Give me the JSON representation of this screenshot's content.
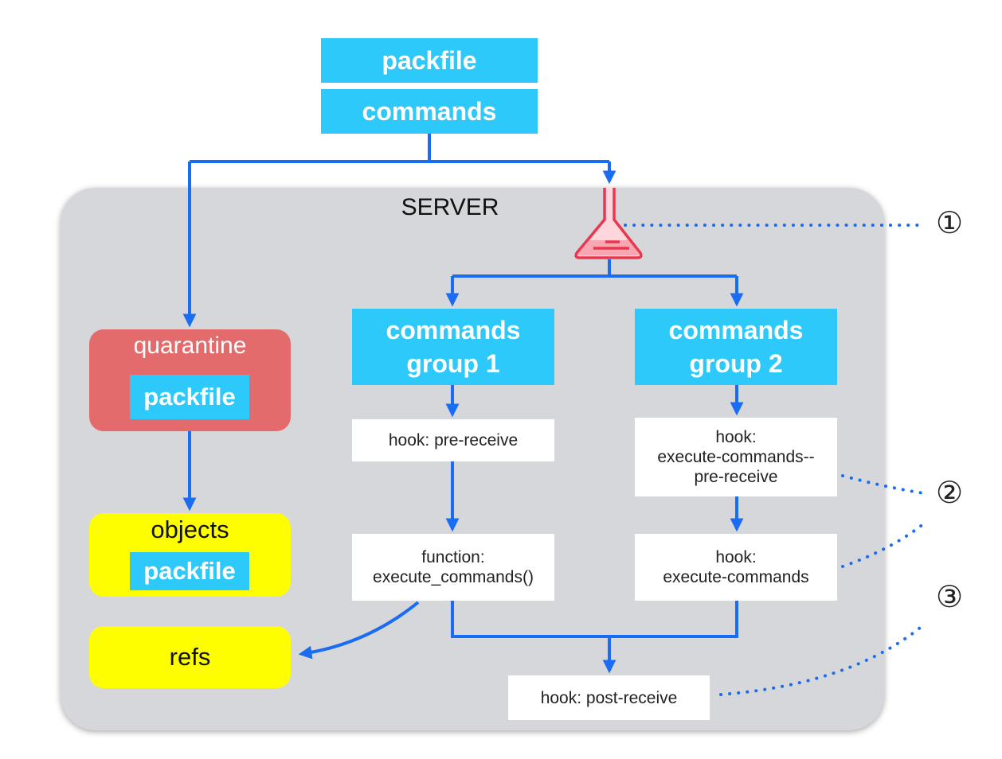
{
  "top": {
    "packfile": "packfile",
    "commands": "commands"
  },
  "server": {
    "label": "SERVER"
  },
  "quarantine": {
    "label": "quarantine",
    "packfile": "packfile"
  },
  "objects": {
    "label": "objects",
    "packfile": "packfile"
  },
  "refs": {
    "label": "refs"
  },
  "group1": {
    "title_line1": "commands",
    "title_line2": "group 1",
    "hook": "hook: pre-receive",
    "function_line1": "function:",
    "function_line2": "execute_commands()"
  },
  "group2": {
    "title_line1": "commands",
    "title_line2": "group 2",
    "hook1_line1": "hook:",
    "hook1_line2": "execute-commands--",
    "hook1_line3": "pre-receive",
    "hook2_line1": "hook:",
    "hook2_line2": "execute-commands"
  },
  "post_receive": "hook: post-receive",
  "markers": {
    "one": "①",
    "two": "②",
    "three": "③"
  },
  "colors": {
    "arrow": "#1a6cf2",
    "blue_box": "#2ec9fb",
    "quarantine": "#e36b6b",
    "objects_refs": "#fefe00",
    "server_bg": "#d6d7da",
    "flask": "#e8384f"
  },
  "icons": {
    "split": "flask-icon"
  }
}
